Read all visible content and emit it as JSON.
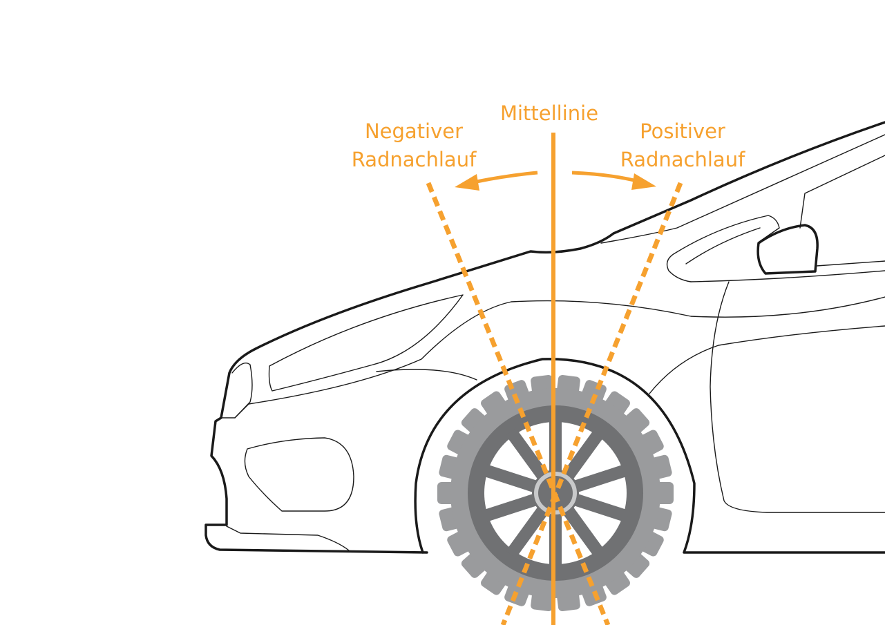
{
  "labels": {
    "centerline": "Mittellinie",
    "negative_line1": "Negativer",
    "negative_line2": "Radnachlauf",
    "positive_line1": "Positiver",
    "positive_line2": "Radnachlauf"
  },
  "colors": {
    "accent": "#f6a12f",
    "outline": "#1a1a1a",
    "tire": "#9a9b9d",
    "rim": "#707173",
    "hub": "#c8c9ca"
  }
}
